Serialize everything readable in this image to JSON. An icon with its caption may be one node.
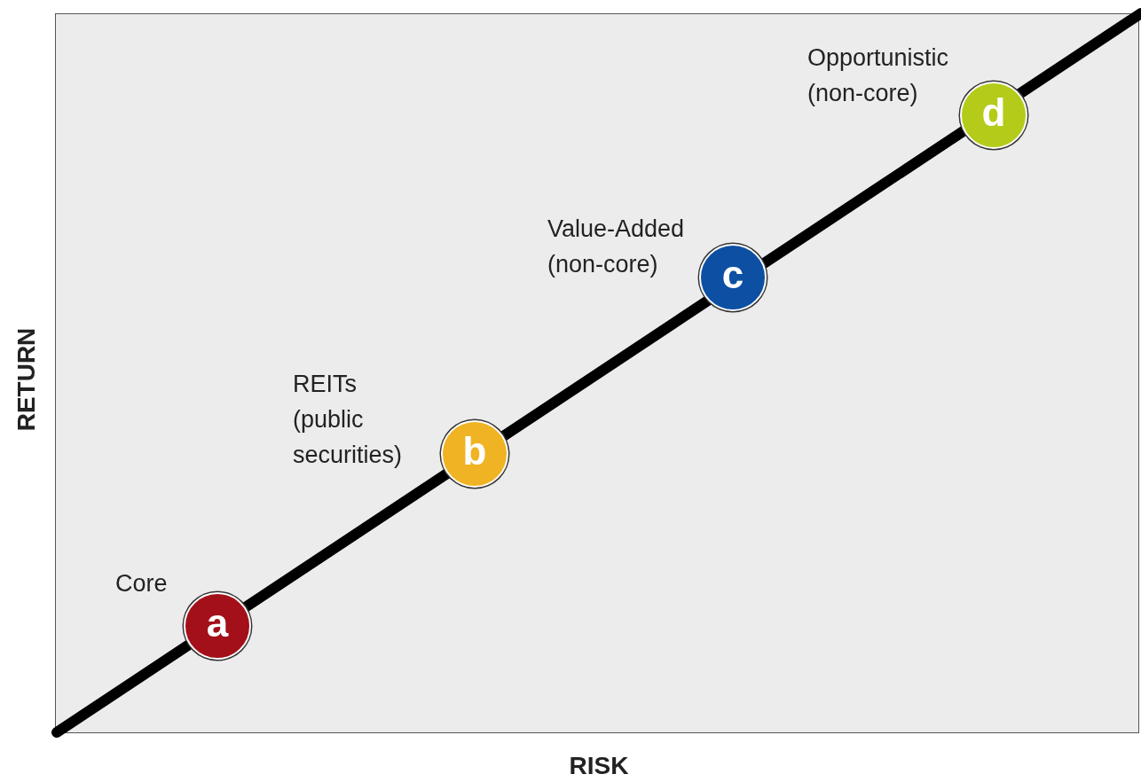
{
  "diagram": {
    "nodes": [
      {
        "text": [
          "a"
        ],
        "beside": [
          "Core"
        ]
      },
      {
        "text": [
          "b"
        ],
        "beside": [
          "REITs",
          "(public securities)"
        ]
      },
      {
        "text": [
          "c"
        ],
        "beside": [
          "Value-Added",
          "(non-core)"
        ]
      },
      {
        "text": [
          "d"
        ],
        "beside": [
          "Opportunistic",
          "(non-core)"
        ]
      }
    ],
    "edges": [],
    "labels": [
      "RETURN",
      "RISK"
    ]
  }
}
